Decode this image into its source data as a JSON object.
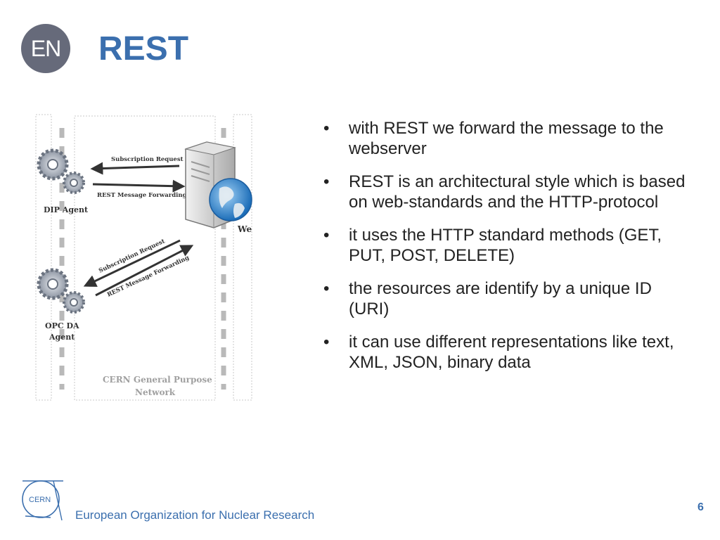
{
  "header": {
    "logo_text": "EN",
    "title": "REST"
  },
  "diagram": {
    "subscription_request_top": "Subscription Request",
    "rest_forwarding_top": "REST Message Forwarding",
    "dip_agent": "DIP Agent",
    "we_label": "We",
    "subscription_request_diag": "Subscription Request",
    "rest_forwarding_diag": "REST Message Forwarding",
    "opc_da": "OPC DA",
    "agent": "Agent",
    "network_line1": "CERN General Purpose",
    "network_line2": "Network"
  },
  "bullets": [
    {
      "marker": "•",
      "text": "with REST we forward the message to the webserver"
    },
    {
      "marker": "•",
      "text": "REST is an architectural style which is based on web-standards and the HTTP-protocol"
    },
    {
      "marker": "•",
      "text": "it uses the HTTP standard methods (GET, PUT, POST, DELETE)"
    },
    {
      "marker": "•",
      "text": "the resources are identify by a unique ID (URI)"
    },
    {
      "marker": "•",
      "text": "it  can use different representations like text, XML, JSON, binary data"
    }
  ],
  "footer": {
    "cern_logo_text": "CERN",
    "organization": "European Organization for Nuclear Research",
    "page_number": "6"
  },
  "colors": {
    "accent": "#3b6fae",
    "logo_grey": "#666a7a"
  }
}
